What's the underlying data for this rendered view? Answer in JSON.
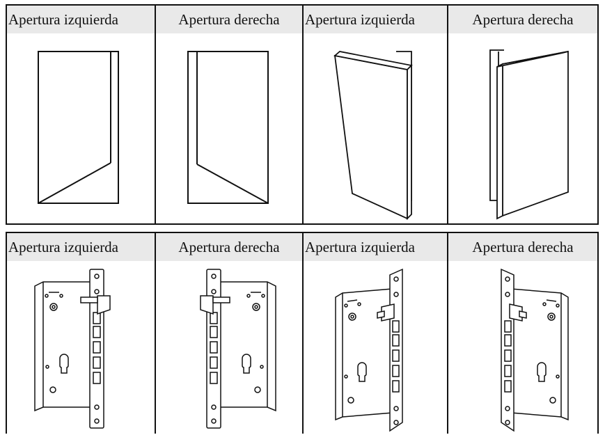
{
  "panels_top": [
    {
      "label": "Apertura izquierda",
      "figure": "door-open-left"
    },
    {
      "label": "Apertura derecha",
      "figure": "door-open-right"
    },
    {
      "label": "Apertura izquierda",
      "figure": "door-3d-left"
    },
    {
      "label": "Apertura derecha",
      "figure": "door-3d-right"
    }
  ],
  "panels_bottom": [
    {
      "label": "Apertura izquierda",
      "figure": "mortise-lock-left"
    },
    {
      "label": "Apertura derecha",
      "figure": "mortise-lock-right"
    },
    {
      "label": "Apertura izquierda",
      "figure": "mortise-lock-left-angled"
    },
    {
      "label": "Apertura derecha",
      "figure": "mortise-lock-right-angled"
    }
  ]
}
